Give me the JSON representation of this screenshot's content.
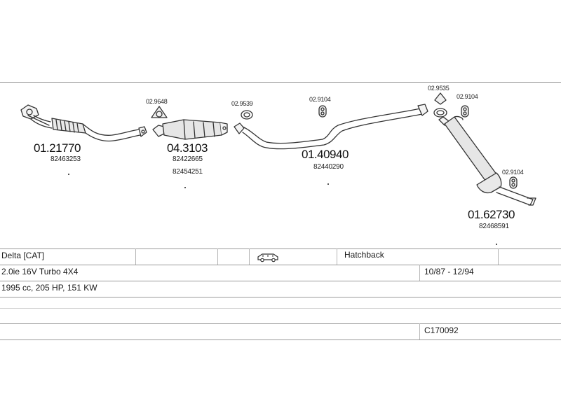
{
  "parts": {
    "downpipe": {
      "number": "01.21770",
      "ref": "82463253"
    },
    "catalyst": {
      "number": "04.3103",
      "refs": [
        "82422665",
        "82454251"
      ]
    },
    "middle_pipe": {
      "number": "01.40940",
      "ref": "82440290"
    },
    "rear_silencer": {
      "number": "01.62730",
      "ref": "82468591"
    },
    "gaskets": {
      "g1": "02.9648",
      "g2": "02.9539",
      "g3": "02.9104",
      "g4": "02.9535",
      "g5": "02.9104",
      "g6": "02.9104"
    }
  },
  "vehicle": {
    "model": "Delta  [CAT]",
    "body_type": "Hatchback",
    "engine": "2.0ie 16V Turbo 4X4",
    "years": "10/87 - 12/94",
    "specs": "1995 cc, 205 HP, 151 KW",
    "code": "C170092",
    "body_icon": "car-icon"
  },
  "colors": {
    "line": "#9a9a9a",
    "stroke": "#333333"
  }
}
